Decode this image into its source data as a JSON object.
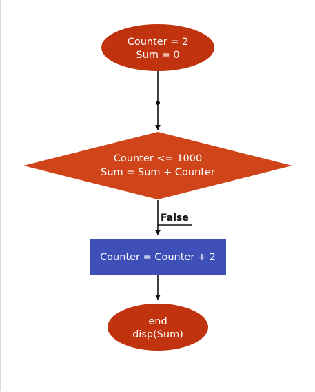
{
  "diagram": {
    "nodes": {
      "init": {
        "shape": "ellipse",
        "lines": [
          "Counter = 2",
          "Sum = 0"
        ],
        "color": "#c0330e"
      },
      "condition": {
        "shape": "diamond",
        "lines": [
          "Counter <= 1000",
          "Sum = Sum + Counter"
        ],
        "color": "#cf4519"
      },
      "increment": {
        "shape": "rectangle",
        "lines": [
          "Counter = Counter + 2"
        ],
        "color": "#3f4fb8"
      },
      "end": {
        "shape": "ellipse",
        "lines": [
          "end",
          "disp(Sum)"
        ],
        "color": "#c0330e"
      }
    },
    "edges": [
      {
        "from": "init",
        "to": "condition",
        "label": ""
      },
      {
        "from": "condition",
        "to": "increment",
        "label": "False"
      },
      {
        "from": "increment",
        "to": "end",
        "label": ""
      }
    ],
    "line_color": "#111111",
    "text_color": "#ffffff"
  }
}
